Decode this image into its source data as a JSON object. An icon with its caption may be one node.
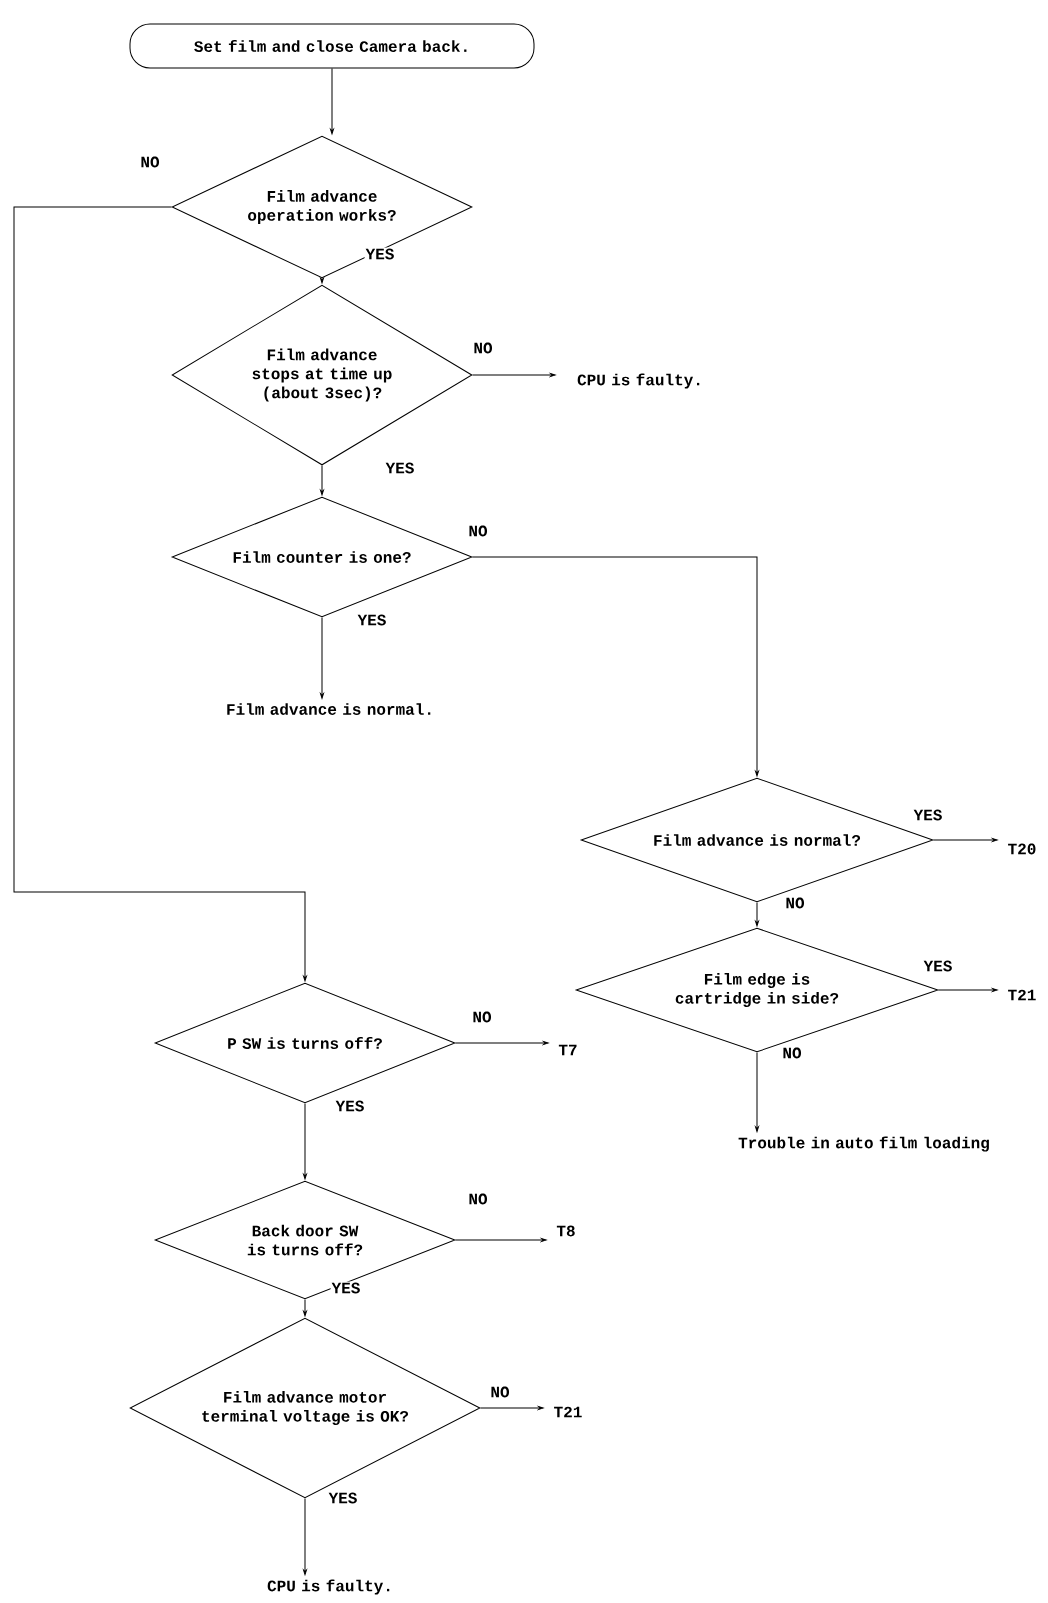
{
  "diagram": {
    "nodes": [
      {
        "text": [
          "Set film and close Camera back."
        ]
      },
      {
        "text": [
          "Film advance operation works?"
        ]
      },
      {
        "text": [
          "Film advance stops at time up (about 3sec)?"
        ]
      },
      {
        "text": [
          "Film counter is one?"
        ]
      },
      {
        "text": [
          "Film advance is normal."
        ]
      },
      {
        "text": [
          "CPU is faulty."
        ]
      },
      {
        "text": [
          "Film advance is normal?"
        ]
      },
      {
        "text": [
          "T20"
        ]
      },
      {
        "text": [
          "Film edge is cartridge in side?"
        ]
      },
      {
        "text": [
          "T21"
        ]
      },
      {
        "text": [
          "Trouble in auto film loading"
        ]
      },
      {
        "text": [
          "P SW is turns off?"
        ]
      },
      {
        "text": [
          "T7"
        ]
      },
      {
        "text": [
          "Back door SW is turns off?"
        ]
      },
      {
        "text": [
          "T8"
        ]
      },
      {
        "text": [
          "Film advance motor terminal voltage is OK?"
        ]
      },
      {
        "text": [
          "T21"
        ]
      },
      {
        "text": [
          "CPU is faulty."
        ]
      }
    ],
    "edges": [
      {
        "from": 0,
        "to": 1,
        "arrow": "to"
      },
      {
        "from": 1,
        "to": 11,
        "arrow": "to",
        "label": "NO"
      },
      {
        "from": 1,
        "to": 2,
        "arrow": "to",
        "label": "YES"
      },
      {
        "from": 2,
        "to": 5,
        "arrow": "to",
        "label": "NO"
      },
      {
        "from": 2,
        "to": 3,
        "arrow": "to",
        "label": "YES"
      },
      {
        "from": 3,
        "to": 6,
        "arrow": "to",
        "label": "NO"
      },
      {
        "from": 3,
        "to": 4,
        "arrow": "to",
        "label": "YES"
      },
      {
        "from": 6,
        "to": 7,
        "arrow": "to",
        "label": "YES"
      },
      {
        "from": 6,
        "to": 8,
        "arrow": "to",
        "label": "NO"
      },
      {
        "from": 8,
        "to": 9,
        "arrow": "to",
        "label": "YES"
      },
      {
        "from": 8,
        "to": 10,
        "arrow": "to",
        "label": "NO"
      },
      {
        "from": 11,
        "to": 12,
        "arrow": "to",
        "label": "NO"
      },
      {
        "from": 11,
        "to": 13,
        "arrow": "to",
        "label": "YES"
      },
      {
        "from": 13,
        "to": 14,
        "arrow": "to",
        "label": "NO"
      },
      {
        "from": 13,
        "to": 15,
        "arrow": "to",
        "label": "YES"
      },
      {
        "from": 15,
        "to": 16,
        "arrow": "to",
        "label": "NO"
      },
      {
        "from": 15,
        "to": 17,
        "arrow": "to",
        "label": "YES"
      }
    ]
  }
}
